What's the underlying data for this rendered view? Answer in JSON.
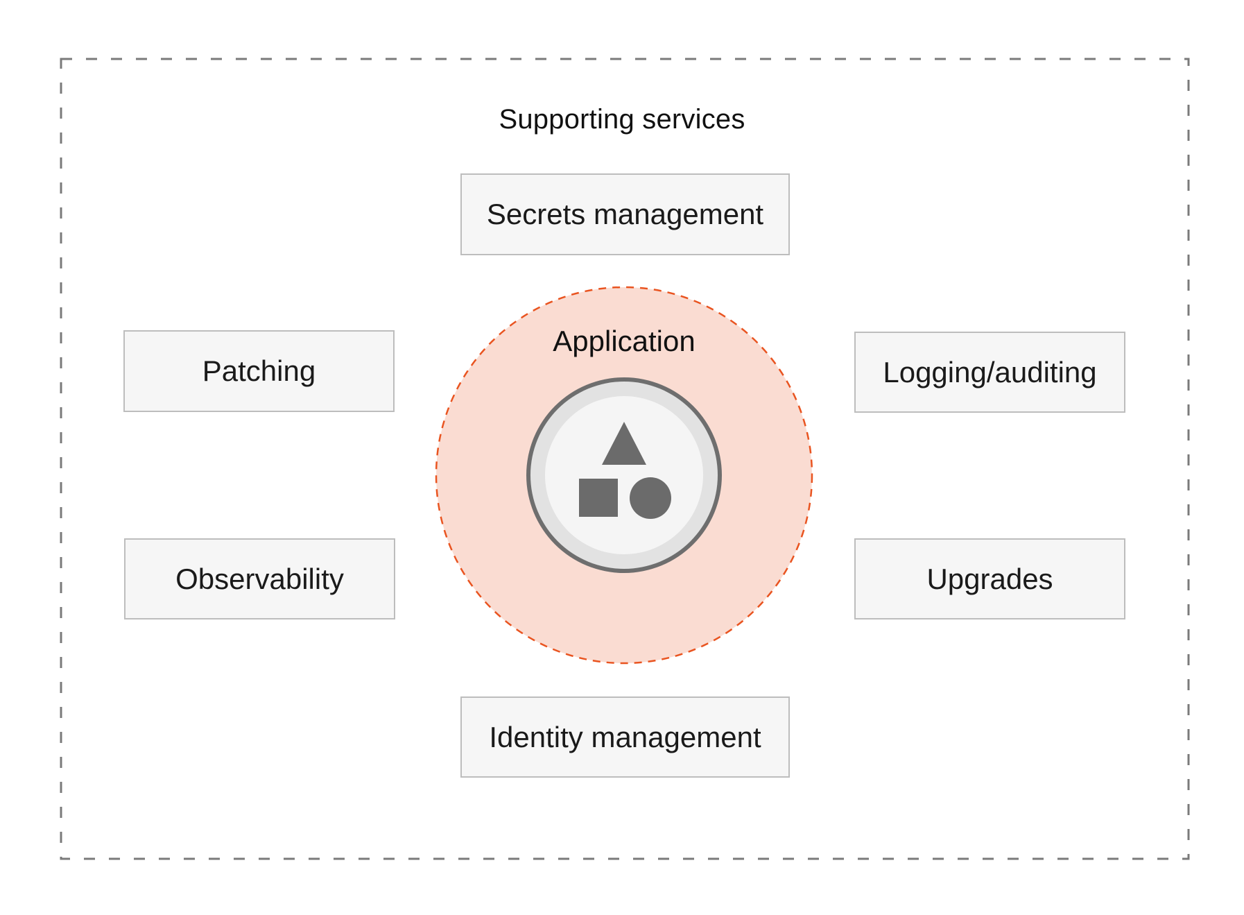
{
  "diagram": {
    "title": "Supporting services",
    "center": {
      "label": "Application",
      "icon": "shapes-icon"
    },
    "services": [
      {
        "id": "secrets",
        "label": "Secrets management"
      },
      {
        "id": "patching",
        "label": "Patching"
      },
      {
        "id": "logging",
        "label": "Logging/auditing"
      },
      {
        "id": "observability",
        "label": "Observability"
      },
      {
        "id": "upgrades",
        "label": "Upgrades"
      },
      {
        "id": "identity",
        "label": "Identity management"
      }
    ]
  },
  "colors": {
    "frame_dash": "#7a7a7a",
    "box_fill": "#f6f6f6",
    "box_border": "#bdbdbd",
    "circle_fill": "#fadcd2",
    "circle_dash": "#e95420",
    "icon_ring": "#6e6e6e",
    "icon_inner": "#e2e2e2",
    "icon_core": "#f5f5f5",
    "icon_shapes": "#6b6b6b"
  }
}
